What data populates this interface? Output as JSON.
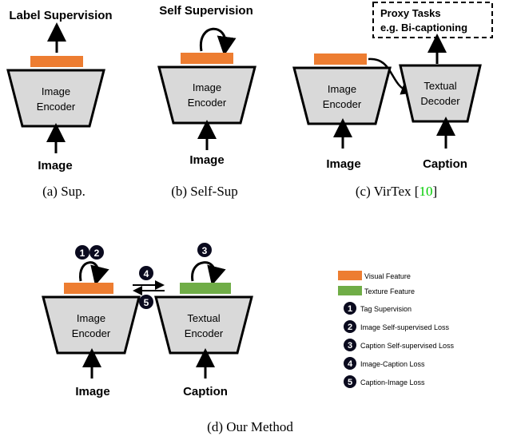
{
  "colors": {
    "encoder_fill": "#d9d9d9",
    "encoder_stroke": "#000000",
    "visual_feature": "#ed7d31",
    "texture_feature": "#70ad47",
    "cite_green": "#00cc00",
    "badge_fill": "#0a0a1e"
  },
  "panel_a": {
    "top_label": "Label Supervision",
    "encoder_line1": "Image",
    "encoder_line2": "Encoder",
    "input_label": "Image",
    "caption": "(a)  Sup."
  },
  "panel_b": {
    "top_label": "Self Supervision",
    "encoder_line1": "Image",
    "encoder_line2": "Encoder",
    "input_label": "Image",
    "caption": "(b)  Self-Sup"
  },
  "panel_c": {
    "proxy_line1": "Proxy Tasks",
    "proxy_line2": "e.g. Bi-captioning",
    "image_encoder_line1": "Image",
    "image_encoder_line2": "Encoder",
    "decoder_line1": "Textual",
    "decoder_line2": "Decoder",
    "image_label": "Image",
    "caption_label": "Caption",
    "caption_prefix": "(c)  VirTex [",
    "caption_cite": "10",
    "caption_suffix": "]"
  },
  "panel_d": {
    "image_encoder_line1": "Image",
    "image_encoder_line2": "Encoder",
    "text_encoder_line1": "Textual",
    "text_encoder_line2": "Encoder",
    "image_label": "Image",
    "caption_label": "Caption",
    "badges_image": [
      "1",
      "2"
    ],
    "badge_text": "3",
    "badge_forward": "4",
    "badge_backward": "5",
    "caption": "(d)  Our Method"
  },
  "legend": {
    "visual_feature": "Visual Feature",
    "texture_feature": "Texture Feature",
    "items": [
      {
        "num": "1",
        "label": "Tag Supervision"
      },
      {
        "num": "2",
        "label": "Image Self-supervised Loss"
      },
      {
        "num": "3",
        "label": "Caption Self-supervised Loss"
      },
      {
        "num": "4",
        "label": "Image-Caption Loss"
      },
      {
        "num": "5",
        "label": "Caption-Image Loss"
      }
    ]
  }
}
